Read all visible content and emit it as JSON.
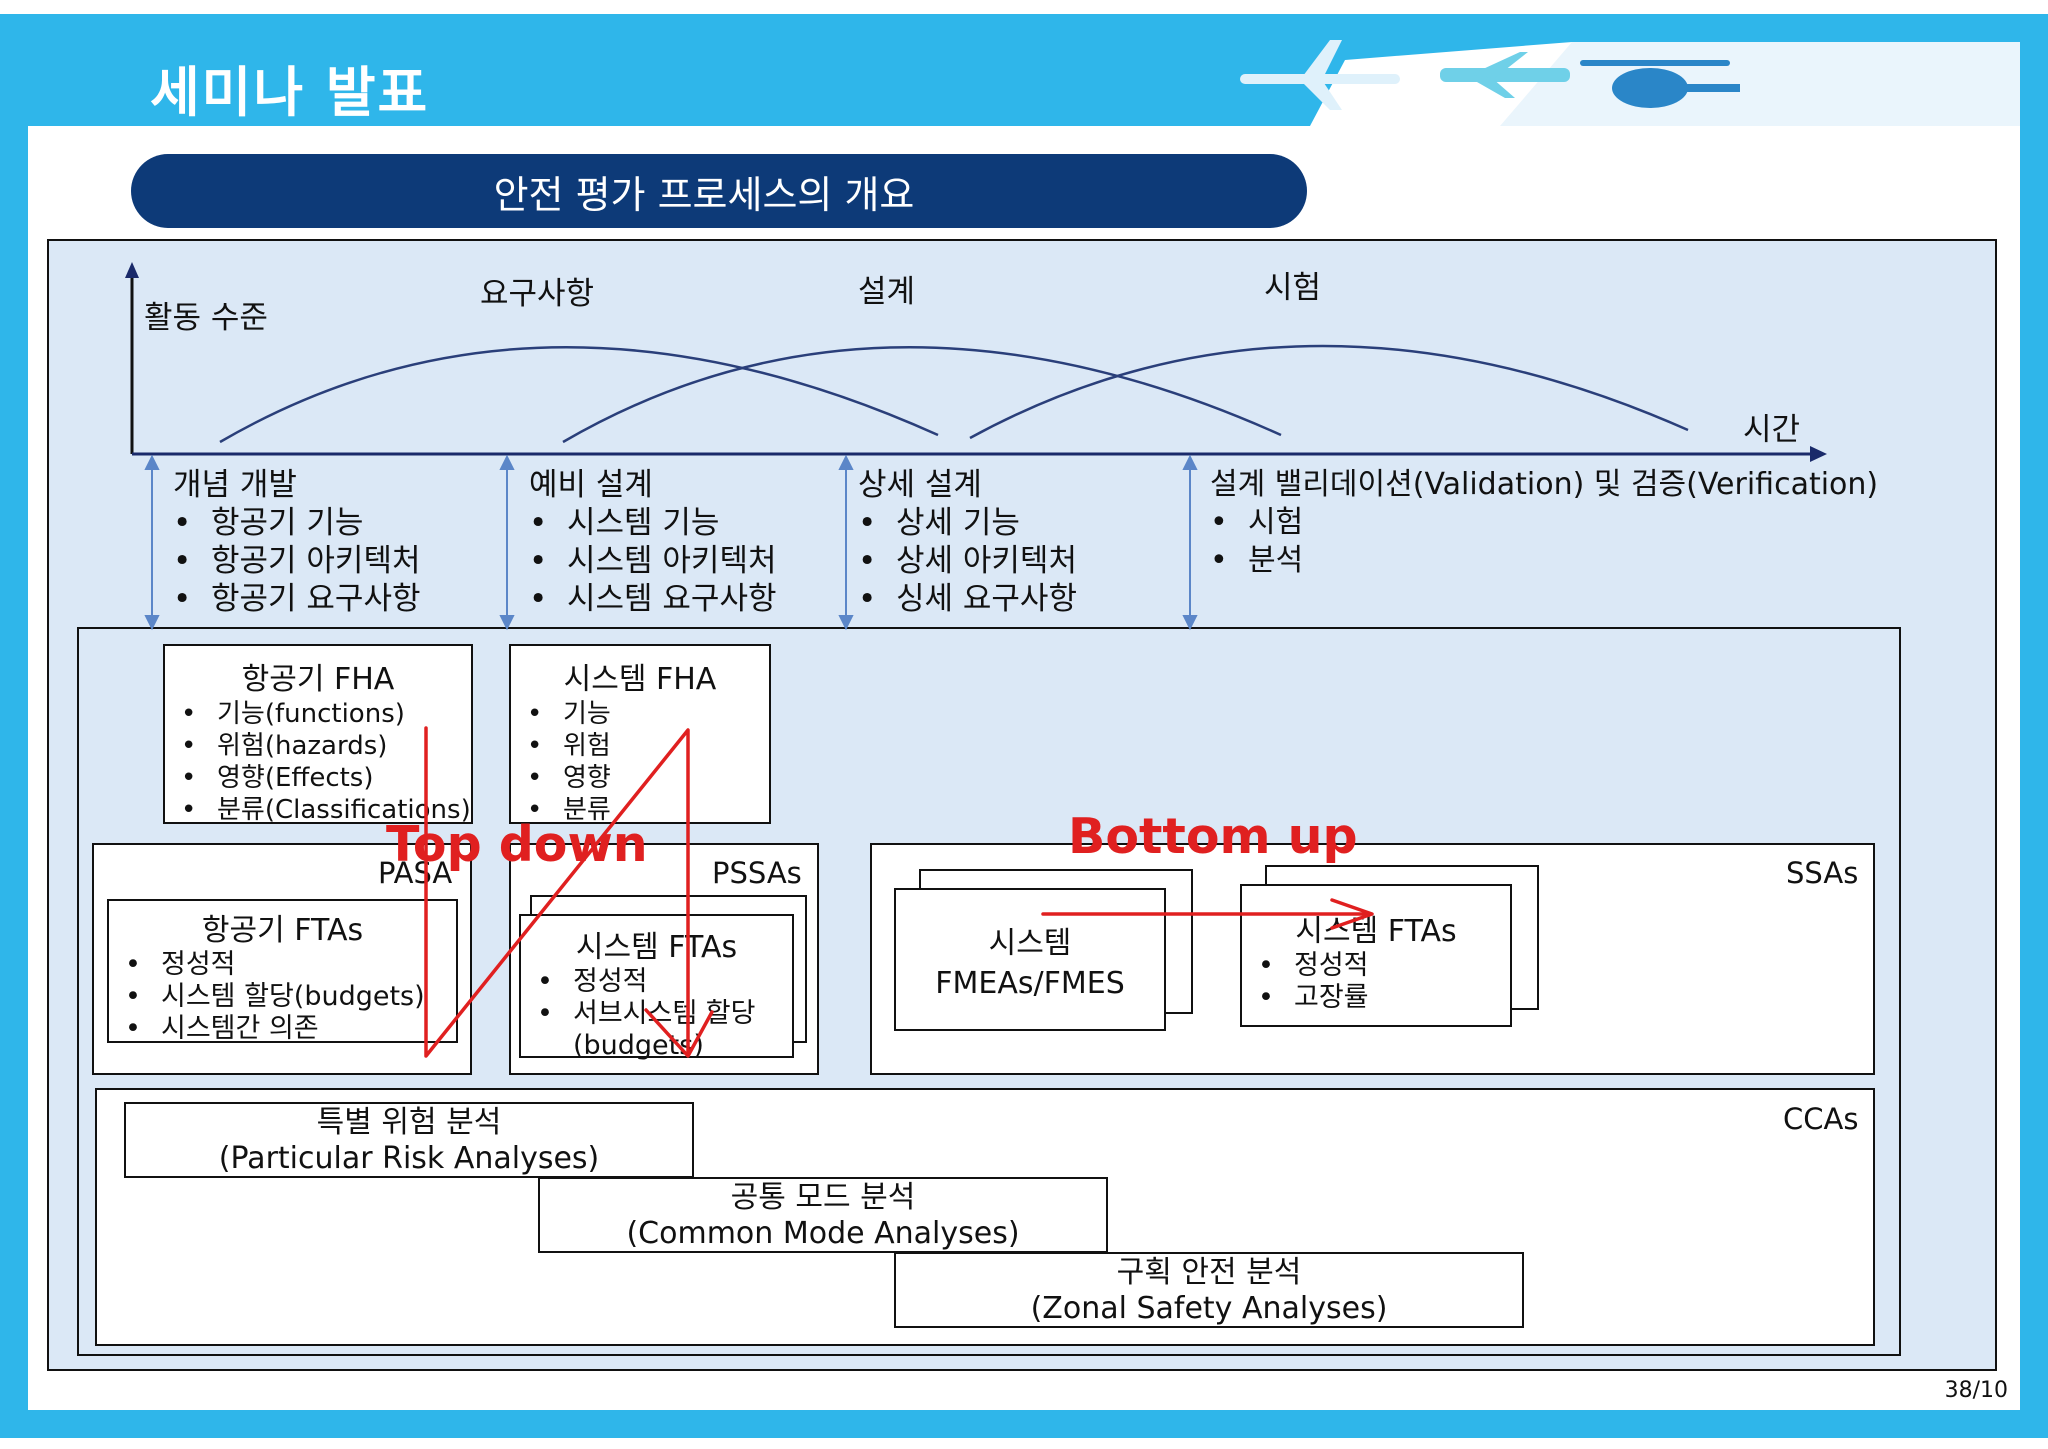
{
  "header": {
    "title": "세미나 발표"
  },
  "pill": {
    "text": "안전 평가 프로세스의 개요"
  },
  "graph": {
    "y_label": "활동 수준",
    "x_label": "시간",
    "curves": [
      "요구사항",
      "설계",
      "시험"
    ]
  },
  "phases": [
    {
      "title": "개념 개발",
      "items": [
        "항공기 기능",
        "항공기 아키텍처",
        "항공기 요구사항"
      ]
    },
    {
      "title": "예비 설계",
      "items": [
        "시스템 기능",
        "시스템 아키텍처",
        "시스템 요구사항"
      ]
    },
    {
      "title": "상세 설계",
      "items": [
        "상세 기능",
        "상세 아키텍처",
        "싱세 요구사항"
      ]
    },
    {
      "title": "설계 밸리데이션(Validation) 및 검증(Verification)",
      "items": [
        "시험",
        "분석"
      ]
    }
  ],
  "aircraft_fha": {
    "title": "항공기 FHA",
    "items": [
      "기능(functions)",
      "위험(hazards)",
      "영향(Effects)",
      "분류(Classifications)"
    ]
  },
  "system_fha": {
    "title": "시스템 FHA",
    "items": [
      "기능",
      "위험",
      "영향",
      "분류"
    ]
  },
  "pasa": {
    "label": "PASA",
    "fta_title": "항공기 FTAs",
    "items": [
      "정성적",
      "시스템 할당(budgets)",
      "시스템간 의존"
    ]
  },
  "pssas": {
    "label": "PSSAs",
    "fta_title": "시스템 FTAs",
    "items": [
      "정성적",
      "서브시스템 할당",
      "(budgets)"
    ]
  },
  "ssas": {
    "label": "SSAs",
    "fmea_line1": "시스템",
    "fmea_line2": "FMEAs/FMES",
    "fta_title": "시스템 FTAs",
    "items": [
      "정성적",
      "고장률"
    ]
  },
  "ccas": {
    "label": "CCAs",
    "boxes": [
      {
        "line1": "특별 위험 분석",
        "line2": "(Particular Risk Analyses)"
      },
      {
        "line1": "공통 모드 분석",
        "line2": "(Common Mode Analyses)"
      },
      {
        "line1": "구획 안전 분석",
        "line2": "(Zonal Safety Analyses)"
      }
    ]
  },
  "annotations": {
    "top_down": "Top down",
    "bottom_up": "Bottom up"
  },
  "colors": {
    "frame_blue": "#2fb6ea",
    "pill_navy": "#0d3a78",
    "panel_fill": "#dbe8f6",
    "annotation_red": "#e02020"
  },
  "icons": [
    "airplane-icon",
    "airplane-icon",
    "helicopter-icon"
  ],
  "footer": {
    "page": "38/10"
  }
}
